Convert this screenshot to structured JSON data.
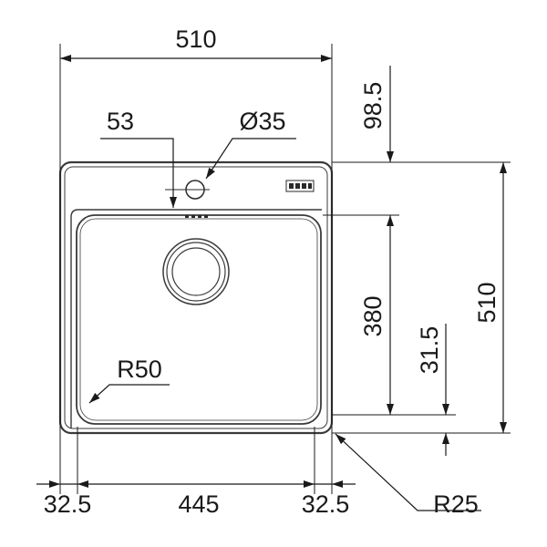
{
  "dimensions": {
    "width_top": "510",
    "tap_offset": "53",
    "tap_hole": "Ø35",
    "upper_gap": "98.5",
    "height_right": "510",
    "bowl_depth": "380",
    "lower_gap": "31.5",
    "bowl_radius": "R50",
    "rim_left": "32.5",
    "bowl_width": "445",
    "rim_right": "32.5",
    "corner_radius": "R25"
  },
  "colors": {
    "line": "#1a1a1a",
    "sink_outline": "#3a3a3a",
    "background": "#ffffff"
  }
}
